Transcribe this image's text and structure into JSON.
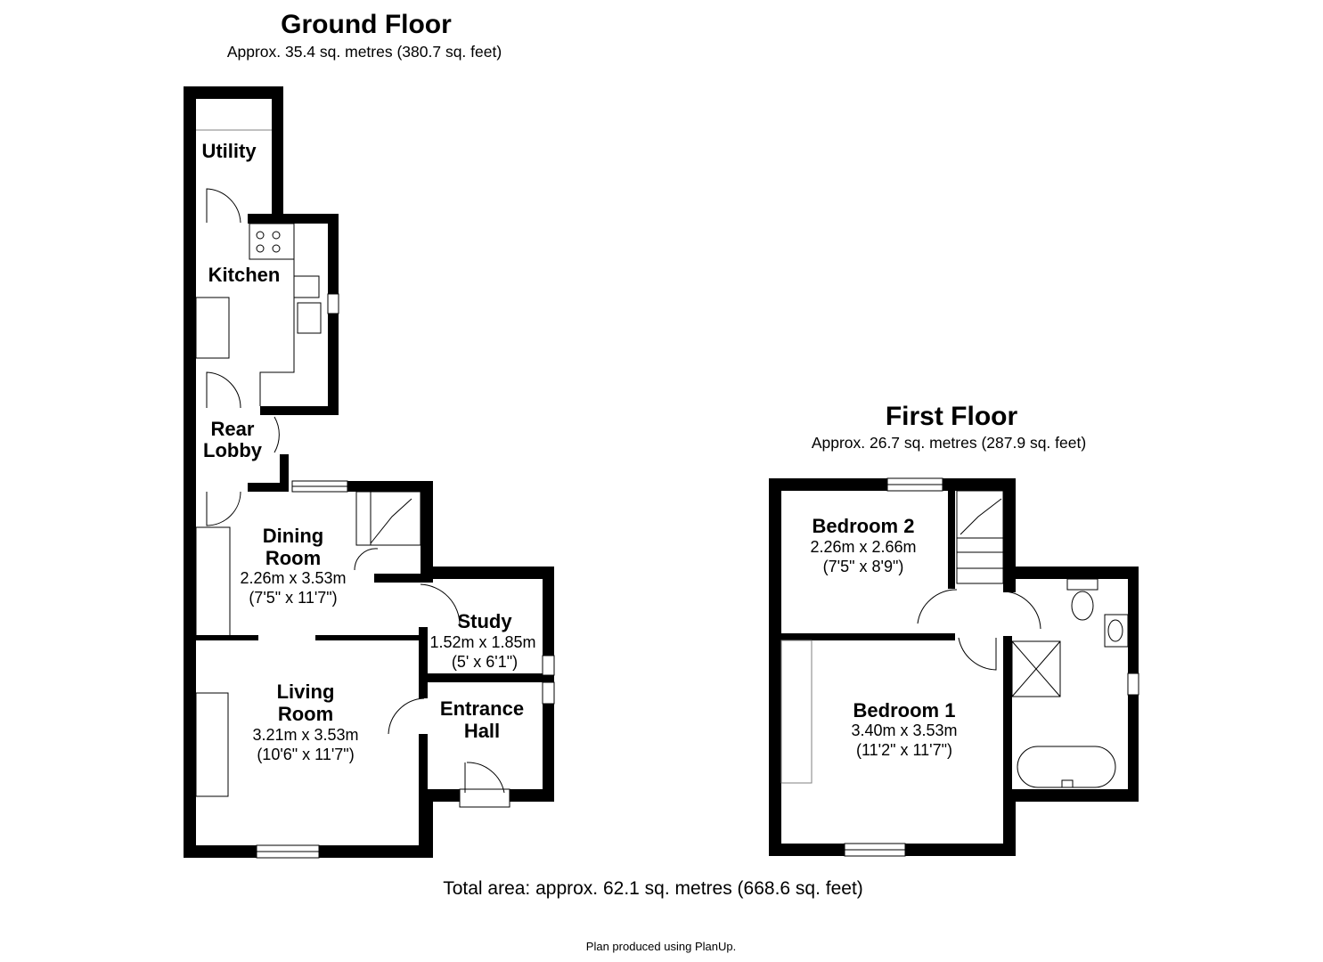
{
  "ground_floor": {
    "title": "Ground Floor",
    "area": "Approx. 35.4 sq. metres (380.7 sq. feet)",
    "rooms": {
      "utility": {
        "name": "Utility"
      },
      "kitchen": {
        "name": "Kitchen"
      },
      "rear_lobby": {
        "name_line1": "Rear",
        "name_line2": "Lobby"
      },
      "dining_room": {
        "name_line1": "Dining",
        "name_line2": "Room",
        "dim_metric": "2.26m x 3.53m",
        "dim_imperial": "(7'5\" x 11'7\")"
      },
      "study": {
        "name": "Study",
        "dim_metric": "1.52m x 1.85m",
        "dim_imperial": "(5' x 6'1\")"
      },
      "living_room": {
        "name_line1": "Living",
        "name_line2": "Room",
        "dim_metric": "3.21m x 3.53m",
        "dim_imperial": "(10'6\" x 11'7\")"
      },
      "entrance_hall": {
        "name_line1": "Entrance",
        "name_line2": "Hall"
      }
    }
  },
  "first_floor": {
    "title": "First Floor",
    "area": "Approx. 26.7 sq. metres (287.9 sq. feet)",
    "rooms": {
      "bedroom_2": {
        "name": "Bedroom 2",
        "dim_metric": "2.26m x 2.66m",
        "dim_imperial": "(7'5\" x 8'9\")"
      },
      "bedroom_1": {
        "name": "Bedroom 1",
        "dim_metric": "3.40m x 3.53m",
        "dim_imperial": "(11'2\" x 11'7\")"
      }
    }
  },
  "total_area": "Total area: approx. 62.1 sq. metres (668.6 sq. feet)",
  "credit": "Plan produced using PlanUp.",
  "colors": {
    "wall": "#000000",
    "fixture_grey": "#808080",
    "background": "#ffffff"
  }
}
